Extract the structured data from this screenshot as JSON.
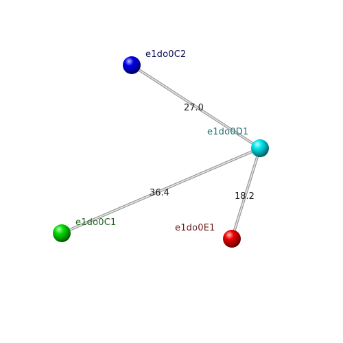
{
  "nodes": [
    {
      "id": "e1do0C2",
      "label": "e1do0C2",
      "color": "#0000ee",
      "label_color": "#0b0b55"
    },
    {
      "id": "e1do0D1",
      "label": "e1do0D1",
      "color": "#00e5ee",
      "label_color": "#1f6f70"
    },
    {
      "id": "e1do0C1",
      "label": "e1do0C1",
      "color": "#00dd00",
      "label_color": "#1e5e1e"
    },
    {
      "id": "e1do0E1",
      "label": "e1do0E1",
      "color": "#ee0000",
      "label_color": "#6a1a1a"
    }
  ],
  "edges": [
    {
      "source": "e1do0C2",
      "target": "e1do0D1",
      "label": "27.0"
    },
    {
      "source": "e1do0C1",
      "target": "e1do0D1",
      "label": "36.4"
    },
    {
      "source": "e1do0E1",
      "target": "e1do0D1",
      "label": "18.2"
    }
  ]
}
